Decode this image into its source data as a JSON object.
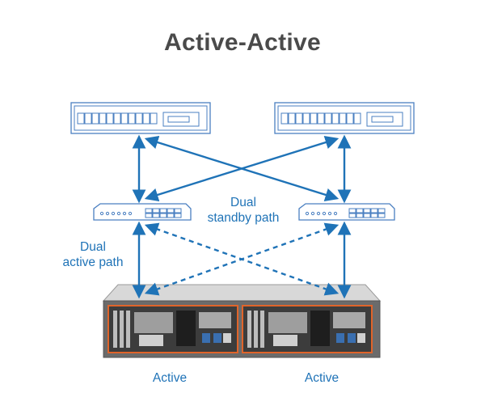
{
  "title": "Active-Active",
  "labels": {
    "standby_line1": "Dual",
    "standby_line2": "standby path",
    "active_line1": "Dual",
    "active_line2": "active path",
    "controller_a": "Active",
    "controller_b": "Active"
  },
  "colors": {
    "line": "#1f73b7",
    "device_outline": "#4a7fc1",
    "title": "#4a4a4a",
    "controller_accent": "#e0642a"
  }
}
